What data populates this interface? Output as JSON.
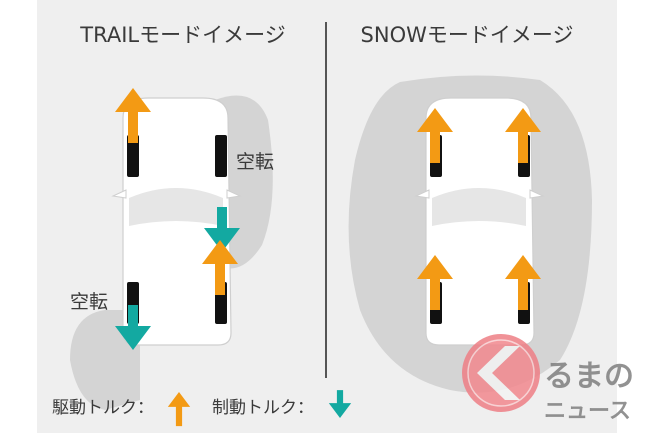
{
  "titles": {
    "trail": "TRAILモードイメージ",
    "snow": "SNOWモードイメージ"
  },
  "labels": {
    "slip_front": "空転",
    "slip_rear": "空転"
  },
  "legend": {
    "drive": "駆動トルク：",
    "brake": "制動トルク："
  },
  "logo": {
    "line1": "るまの",
    "line2": "ニュース"
  },
  "colors": {
    "background": "#efefef",
    "drive_arrow": "#f39a14",
    "brake_arrow": "#13a9a1",
    "slip_area": "#d3d3d3",
    "wheel": "#111111",
    "logo": "#ee7f86",
    "logo_text": "#7f7f7f"
  },
  "icons": {
    "drive": "arrow-up-icon",
    "brake": "arrow-down-icon"
  }
}
